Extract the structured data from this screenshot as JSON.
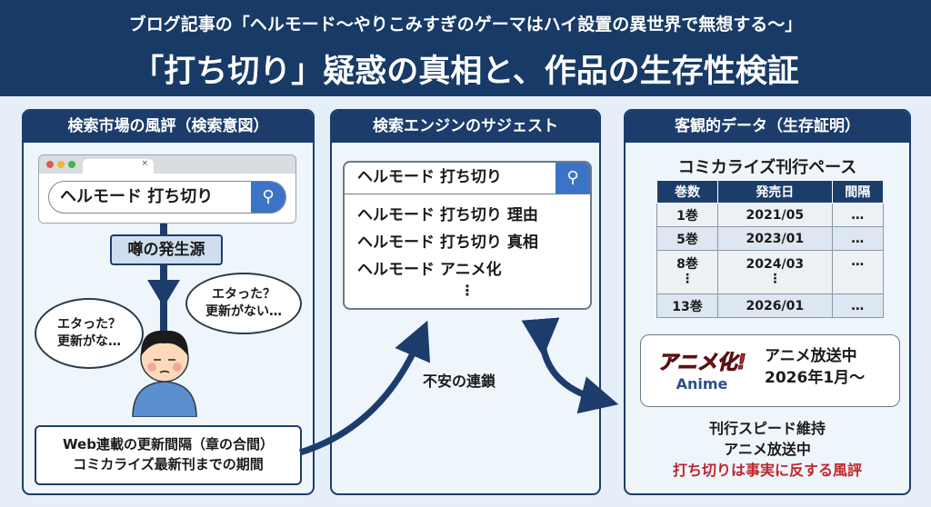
{
  "header": {
    "subtitle": "ブログ記事の「ヘルモード～やりこみすぎのゲーマはハイ設置の異世界で無想する～」",
    "title": "「打ち切り」疑惑の真相と、作品の生存性検証"
  },
  "left": {
    "title": "検索市場の風評（検索意図）",
    "search_query": "ヘルモード 打ち切り",
    "tab_close": "×",
    "tag": "噂の発生源",
    "bubble_left": [
      "エタった？",
      "更新がな…"
    ],
    "bubble_right": [
      "エタった？",
      "更新がない…"
    ],
    "box_lines": [
      "Web連載の更新間隔（章の合間）",
      "コミカライズ最新刊までの期間"
    ]
  },
  "middle": {
    "title": "検索エンジンのサジェスト",
    "query": "ヘルモード 打ち切り",
    "suggestions": [
      "ヘルモード 打ち切り 理由",
      "ヘルモード 打ち切り 真相",
      "ヘルモード アニメ化"
    ],
    "more": "⋮",
    "chain_label": "不安の連鎖"
  },
  "right": {
    "title": "客観的データ（生存証明）",
    "table_title": "コミカライズ刊行ペース",
    "columns": [
      "巻数",
      "発売日",
      "間隔"
    ],
    "rows": [
      [
        "1巻",
        "2021/05",
        "…"
      ],
      [
        "5巻",
        "2023/01",
        "…"
      ],
      [
        "8巻",
        "2024/03",
        "…"
      ],
      [
        "13巻",
        "2026/01",
        "…"
      ]
    ],
    "vdots": "⋮",
    "anime_logo": "アニメ化!",
    "anime_logo_sub": "Anime",
    "anime_lines": [
      "アニメ放送中",
      "2026年1月～"
    ],
    "conclusion": [
      "刊行スピード維持",
      "アニメ放送中",
      "打ち切りは事実に反する風評"
    ]
  },
  "colors": {
    "navy": "#1c3d6b",
    "accent_blue": "#3b74c6",
    "red": "#c0262d"
  }
}
